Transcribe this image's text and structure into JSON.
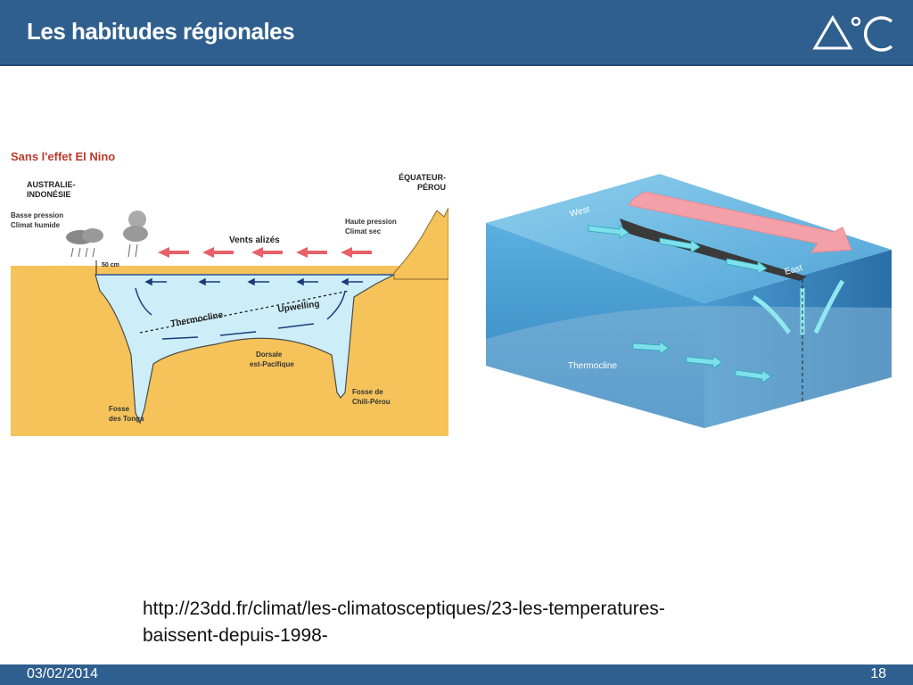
{
  "slide": {
    "title": "Les habitudes régionales",
    "logo_text": "A°C"
  },
  "figure_left": {
    "heading": "Sans l'effet El Nino",
    "label_australie_line1": "AUSTRALIE-",
    "label_australie_line2": "INDONÉSIE",
    "label_equateur_line1": "ÉQUATEUR-",
    "label_equateur_line2": "PÉROU",
    "label_basse_line1": "Basse pression",
    "label_basse_line2": "Climat humide",
    "label_haute_line1": "Haute pression",
    "label_haute_line2": "Climat sec",
    "label_vents": "Vents alizés",
    "label_50cm": "50 cm",
    "label_thermocline": "Thermocline",
    "label_upwelling": "Upwelling",
    "label_dorsale_line1": "Dorsale",
    "label_dorsale_line2": "est-Pacifique",
    "label_fosse_tonga_line1": "Fosse",
    "label_fosse_tonga_line2": "des Tonga",
    "label_fosse_chili_line1": "Fosse de",
    "label_fosse_chili_line2": "Chili-Pérou"
  },
  "figure_right": {
    "label_west": "West",
    "label_east": "East",
    "label_thermocline": "Thermocline"
  },
  "source": {
    "line1": "http://23dd.fr/climat/les-climatosceptiques/23-les-temperatures-",
    "line2": "baissent-depuis-1998-"
  },
  "footer": {
    "date": "03/02/2014",
    "page": "18"
  },
  "colors": {
    "header_blue": "#2f5f8f",
    "land": "#f5c35a",
    "water_light": "#cdeef8",
    "wind_arrow": "#e8606a",
    "box_blue": "#3a8fc8"
  }
}
